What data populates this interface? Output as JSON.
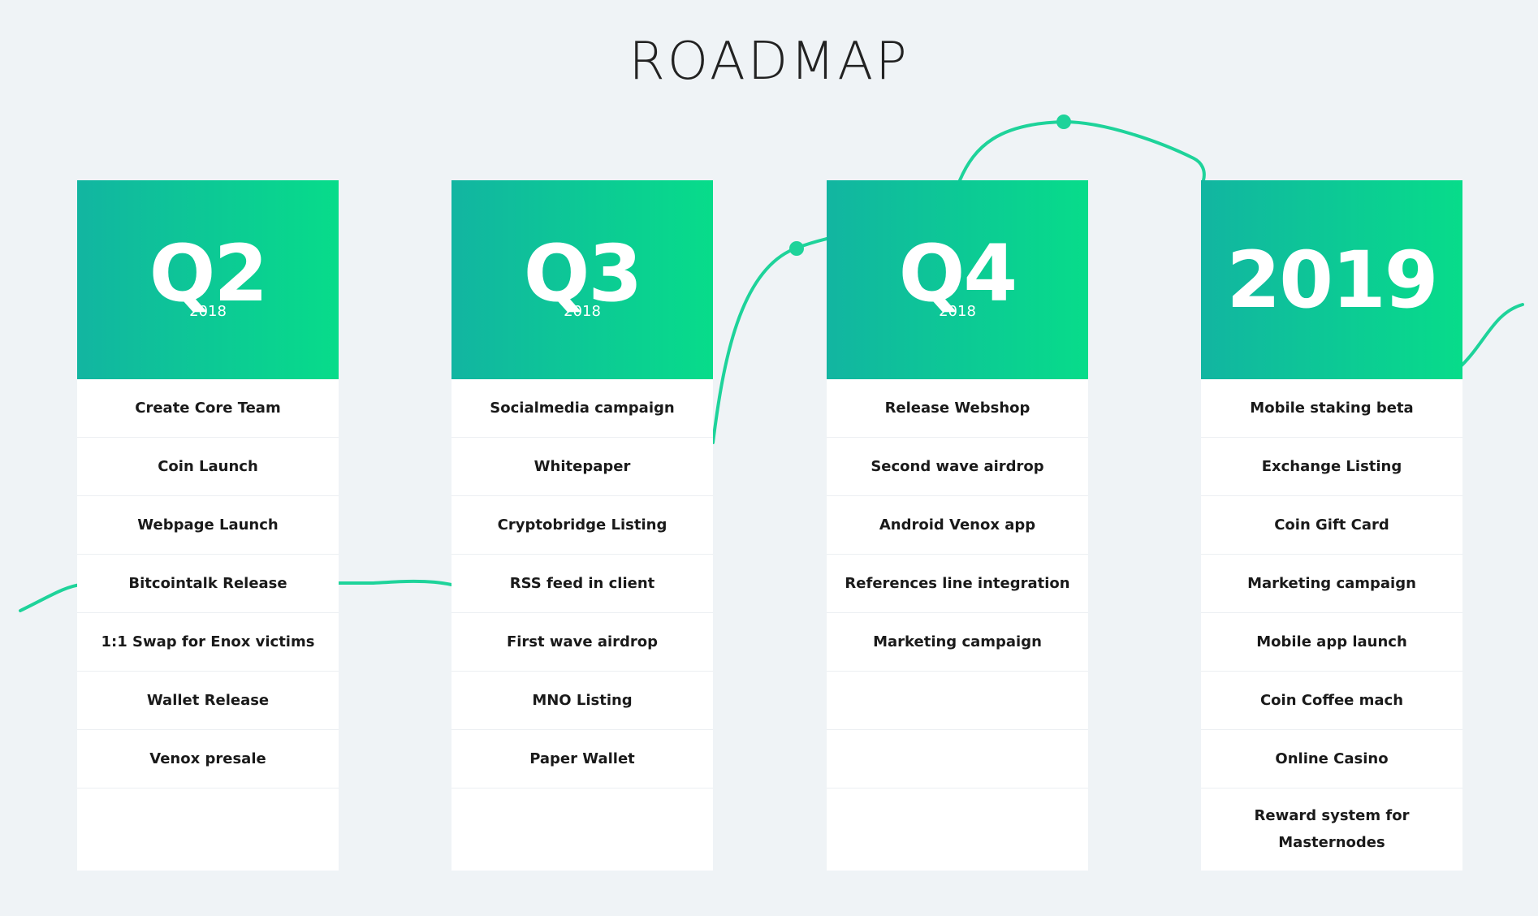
{
  "page": {
    "title": "ROADMAP",
    "accent_start": "#12b5a1",
    "accent_end": "#07dc8a",
    "curve_color": "#1ed39a",
    "background": "#eff3f6"
  },
  "columns": [
    {
      "period": "Q2",
      "year": "2018",
      "items": [
        "Create Core Team",
        "Coin Launch",
        "Webpage Launch",
        "Bitcointalk Release",
        "1:1 Swap for Enox victims",
        "Wallet Release",
        "Venox presale"
      ]
    },
    {
      "period": "Q3",
      "year": "2018",
      "items": [
        "Socialmedia campaign",
        "Whitepaper",
        "Cryptobridge Listing",
        "RSS feed in client",
        "First wave airdrop",
        "MNO Listing",
        "Paper Wallet"
      ]
    },
    {
      "period": "Q4",
      "year": "2018",
      "items": [
        "Release Webshop",
        "Second wave airdrop",
        "Android Venox app",
        "References line integration",
        "Marketing campaign"
      ]
    },
    {
      "period": "2019",
      "year": "",
      "items": [
        "Mobile staking beta",
        "Exchange Listing",
        "Coin Gift Card",
        "Marketing campaign",
        "Mobile app launch",
        "Coin Coffee mach",
        "Online Casino",
        "Reward system for Masternodes"
      ]
    }
  ]
}
